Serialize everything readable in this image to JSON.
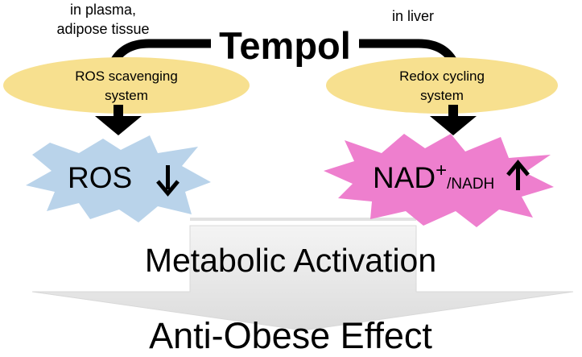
{
  "title": "Tempol",
  "left": {
    "location": [
      "in plasma,",
      "adipose tissue"
    ],
    "mechanism": [
      "ROS scavenging",
      "system"
    ],
    "effect": "ROS",
    "effect_direction": "down"
  },
  "right": {
    "location": "in liver",
    "mechanism": [
      "Redox cycling",
      "system"
    ],
    "effect_main": "NAD",
    "effect_sup": "+",
    "effect_small": "/NADH",
    "effect_direction": "up"
  },
  "middle": "Metabolic Activation",
  "result": "Anti-Obese Effect",
  "colors": {
    "ellipse": "#f7e08f",
    "ros_burst": "#b9d3ea",
    "nad_burst": "#ee7fce",
    "big_arrow": "#e9e9e9"
  }
}
